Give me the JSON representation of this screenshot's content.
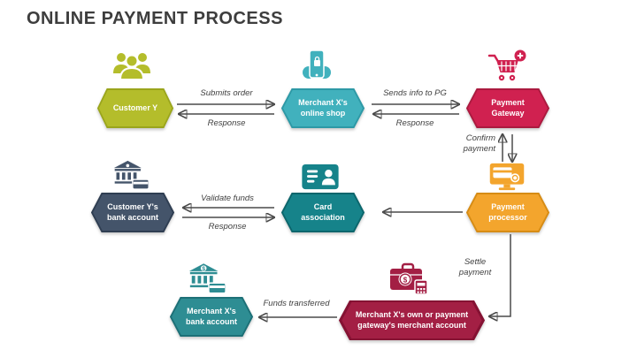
{
  "title": "ONLINE PAYMENT PROCESS",
  "colors": {
    "background": "#ffffff",
    "title": "#3d3d3d",
    "arrow": "#4a4a4a",
    "edge_label": "#404040"
  },
  "nodes": [
    {
      "id": "customer-y",
      "label": "Customer Y",
      "fill": "#b4bd2b",
      "stroke": "#9aa51c",
      "icon": "people-group-icon"
    },
    {
      "id": "merchant-shop",
      "label": "Merchant X's\nonline shop",
      "fill": "#41b1bd",
      "stroke": "#2d99a6",
      "icon": "phone-shopping-icon"
    },
    {
      "id": "payment-gateway",
      "label": "Payment\nGateway",
      "fill": "#d02150",
      "stroke": "#ab1a3f",
      "icon": "cart-plus-icon"
    },
    {
      "id": "customer-bank",
      "label": "Customer Y's\nbank account",
      "fill": "#44546a",
      "stroke": "#2f3e52",
      "icon": "bank-card-icon"
    },
    {
      "id": "card-association",
      "label": "Card\nassociation",
      "fill": "#16838a",
      "stroke": "#0c666c",
      "icon": "id-card-icon"
    },
    {
      "id": "payment-processor",
      "label": "Payment\nprocessor",
      "fill": "#f3a52d",
      "stroke": "#d68c15",
      "icon": "monitor-card-icon"
    },
    {
      "id": "merchant-bank",
      "label": "Merchant X's\nbank account",
      "fill": "#2e8d93",
      "stroke": "#1d7077",
      "icon": "bank-dollar-icon"
    },
    {
      "id": "merchant-account",
      "label": "Merchant X's own or payment\ngateway's merchant account",
      "fill": "#a31f44",
      "stroke": "#851233",
      "icon": "briefcase-calculator-icon"
    }
  ],
  "edges": {
    "submits_order": "Submits order",
    "response_1": "Response",
    "sends_info": "Sends info to PG",
    "response_2": "Response",
    "confirm_payment": "Confirm\npayment",
    "validate_funds": "Validate funds",
    "response_3": "Response",
    "settle_payment": "Settle\npayment",
    "funds_transferred": "Funds transferred"
  }
}
